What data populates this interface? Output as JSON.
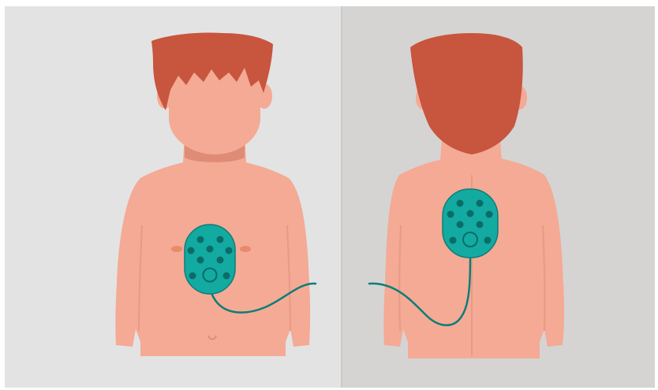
{
  "scene": {
    "views": [
      "front",
      "back"
    ],
    "colors": {
      "background_left": "#e3e3e3",
      "background_right": "#d5d4d3",
      "skin": "#f4aa95",
      "skin_shadow": "#e89a86",
      "neck_shadow": "#df8c77",
      "hair": "#c8553d",
      "pad": "#13aaa2",
      "pad_outline": "#0e7d78",
      "pad_dot": "#0b6c67",
      "cable": "#0d7d77",
      "nipple": "#ea8a6b"
    },
    "icons": [
      "child-figure",
      "defibrillator-pad",
      "pad-cable"
    ]
  }
}
